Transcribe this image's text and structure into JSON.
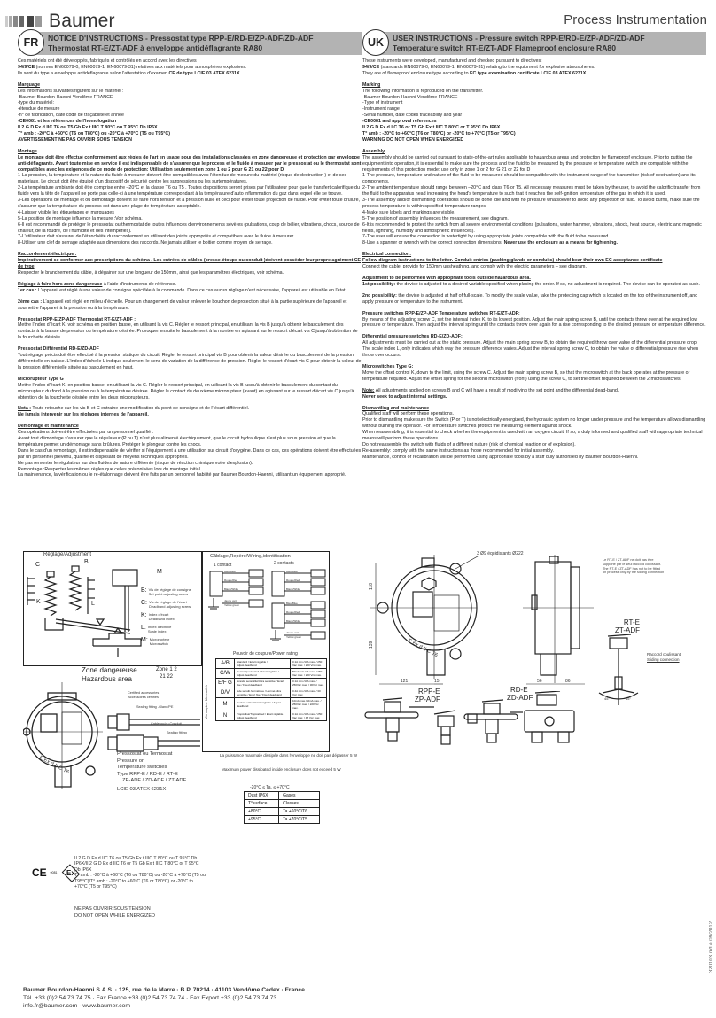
{
  "header": {
    "brand": "Baumer",
    "division": "Process Instrumentation"
  },
  "fr": {
    "badge": "FR",
    "title_line1": "NOTICE D'INSTRUCTIONS - Pressostat type RPP-E/RD-E/ZP-ADF/ZD-ADF",
    "title_line2": "Thermostat RT-E/ZT-ADF à enveloppe antidéflagrante RA80",
    "intro1": "Ces matériels ont été développés, fabriqués et contrôlés en accord avec les directives",
    "intro2_b": "94/9/CE",
    "intro2": " (normes EN60079-0, EN60079-1, EN60079-31) relatives aux matériels pour atmosphères explosives.",
    "intro3": "Ils sont du type a enveloppe antidéflagrante selon l'attestation d'examen ",
    "intro3_b": "CE de type LCIE 03 ATEX 6231X",
    "marquage_title": "Marquage",
    "marquage_lines": [
      "Les informations suivantes figurent  sur le  matériel :",
      "-Baumer Bourdon-Haenni Vendôme FRANCE",
      "-type du matériel:",
      "-étendue de mesure",
      "-n° de fabrication, date code de traçabilité et année"
    ],
    "marquage_bold": [
      "-CE0081 et les références de l'homologation",
      "II 2 G D Ex d  IIC T6 ou T5 Gb Ex t IIIC T 80°C ou T 95°C Db IP6X",
      "T° amb : -20°C à +60°C (T6 ou T80°C) ou -20°C à +70°C (T5 ou T95°C)",
      "AVERTISSEMENT NE PAS OUVRIR SOUS TENSION"
    ],
    "montage_title": "Montage",
    "montage_bold": "Le montage doit être effectué conformément aux règles de l'art en usage pour des installations classées en zone dangereuse et protection par enveloppe anti-déflagrante. Avant toute mise en service il est indispensable de s'assurer que le process et le fluide à mesurer par le pressostat ou le thermostat sont compatibles avec les exigences de ce mode de protection: Utilisation seulement en zone 1 ou 2 pour G  21 ou 22 pour D",
    "montage_items": [
      "1-La pression, la température et la nature du fluide à mesurer doivent être compatibles avec l'étendue de mesure du   matériel (risque de destruction ) et de ses matériaux. Le circuit doit être équipé d'un dispositif de sécurité contre les surpressions ou les surtempératures.",
      "2-La température  ambiante doit être comprise entre –20°C et  la classe T6 ou T5 . Toutes dispositions seront prises par l'utilisateur pour que le transfert calorifique du fluide vers la tête de l'appareil ne porte pas celle-ci à une température correspondant à la température d'auto inflammation du gaz dans lequel elle se trouve.",
      "3-Les opérations de montage et ou démontage doivent se faire hors tension et à pression nulle  et ceci pour éviter toute projection de fluide. Pour éviter toute brûlure, s'assurer que la température du process est dans une plage de température acceptable.",
      "4-Laisser visible les étiquetages et marquages",
      "5-La position de montage influence la mesure :Voir schéma.",
      "6-Il est  recommandé de protéger le pressostat ou thermostat de toutes influences d'environnements sévères (pulsations, coup de bélier, vibrations, chocs, source de chaleur, de la foudre, de l'humidité et des intempéries).",
      "7-L'utilisateur doit s'assurer de l'étanchéité du raccordement en utilisant des joints appropriés et compatibles avec le fluide à mesurer.",
      "8-Utiliser une clef de serrage adaptée aux dimensions des raccords. Ne jamais utiliser le boitier comme moyen de serrage."
    ],
    "elec_title": "Raccordement électrique :",
    "elec_bold": "Impérativement se conformer  aux prescriptions  du schéma . Les entrées de câbles (presse-étoupe ou conduit )doivent posséder leur propre agrément CE de type",
    "elec_text": "Respecter le branchement du câble, à dégainer sur une longueur de 150mm, ainsi que les paramètres électriques, voir schéma.",
    "reglage_title": "Réglage à faire hors zone dangereuse",
    "reglage_text": " à l'aide d'instruments de référence.",
    "cas1_b": "1er cas  :",
    "cas1": " L'appareil est réglé à une valeur de consigne spécifiée à la commande. Dans ce cas aucun réglage n'est nécessaire, l'appareil est utilisable en l'état.",
    "cas2_b": "2ème cas :",
    "cas2": " L'appareil est réglé en milieu d'échelle. Pour un changement de valeur enlever le bouchon de protection situé à la partie supérieure de l'appareil et soumettre l'appareil à la pression ou à la température:",
    "press_title": "Pressostat RPP-E/ZP-ADF Thermostat RT-E/ZT-ADF :",
    "press_text": "Mettre l'index d'écart K, voir schéma en position basse, en utilisant la vis C. Régler le ressort principal, en utilisant la vis B jusqu'à obtenir le basculement  des contacts  à la baisse de pression ou température désirée. Provoquer ensuite le basculement à la montée en agissant sur le ressort d'écart vis C jusqu'à obtention de la fourchette désirée.",
    "diff_title": "Pressostat Différentiel RD-E/ZD-ADF",
    "diff_text": "Tout réglage précis doit être effectué à la pression statique du circuit. Régler le ressort principal vis B pour obtenir la valeur désirée du basculement de la pression différentielle en baisse. L'index d'échelle L indique seulement le sens de variation de la différence de pression. Régler le ressort d'écart vis C pour obtenir la valeur de la pression différentielle située au basculement en haut.",
    "micro_title": "Microrupteur Type G",
    "micro_text": "Mettre l'index d'écart K, en position basse, en utilisant la vis C. Régler le ressort principal, en utilisant la vis B jusqu'à obtenir le basculement  du contact du microrupteur du fond à la pression ou à la température désirée. Régler le contact du deuxième microrupteur (avant) en agissant sur le ressort d'écart vis C jusqu'à obtention de la fourchette désirée entre les deux microrupteurs.",
    "nota_b": "Nota :",
    "nota": " Toute retouche sur les vis B et C entraine  une modification  du  point de consigne et de l' écart différentiel.",
    "nota2": "Ne jamais intervenir sur les réglages internes de l'appareil.",
    "dem_title": "Démontage et maintenance",
    "dem_lines": [
      "Ces opérations doivent être effectuées  par un personnel qualifié .",
      "Avant tout démontage s'assurer que le  régulateur (P ou T) n'est plus alimenté électriquement, que le circuit hydraulique n'est plus sous pression et que la température permet un démontage sans brûlures. Protéger le plongeur contre les chocs.",
      "Dans le cas d'un remontage,  il est indispensable de vérifier si l'équipement à une utilisation sur circuit d'oxygène. Dans ce cas, ces opérations doivent être effectuées  par un personnel prévenu, qualifié et disposant de moyens techniques appropriés.",
      "Ne pas remonter le régulateur sur des fluides de nature différente (risque de réaction chimique voire d'explosion).",
      "Remontage :Respecter les mêmes règles que celles préconisées lors du montage initial.",
      "La maintenance, la vérification ou le re-étalonnage doivent être faits par un personnel habilité par Baumer Bourdon-Haenni, utilisant un équipement approprié."
    ]
  },
  "uk": {
    "badge": "UK",
    "title_line1": "USER INSTRUCTIONS - Pressure switch RPP-E/RD-E/ZP-ADF/ZD-ADF",
    "title_line2": "Temperature switch RT-E/ZT-ADF Flameproof enclosure RA80",
    "intro1": "These instruments were developed, manufactured and checked pursuant to directives:",
    "intro2_b": "94/9/CE",
    "intro2": " (standards EN60079-0, EN60079-1, EN60079-31) relating to the equipment for explosive atmospheres.",
    "intro3": "They are of flameproof enclosure type according to ",
    "intro3_b": "EC type examination certificate LCIE 03 ATEX 6231X",
    "marking_title": "Marking",
    "marking_lines": [
      "The following information is reproduced on the transmitter.",
      "-Baumer Bourdon-Haenni Vendôme FRANCE",
      "-Type of instrument",
      "-Instrument range",
      "-Serial number, date codes traceability and year"
    ],
    "marking_bold": [
      "-CE0081 and approval references",
      "II 2 G D Ex d  IIC T6 or T5 Gb Ex t IIIC T 80°C or T 95°C Db IP6X",
      "T° amb : -20°C to +60°C (T6 or T80°C) or -20°C to +70°C (T5 or T95°C)",
      "WARNING DO NOT OPEN WHEN ENERGIZED"
    ],
    "assembly_title": "Assembly",
    "assembly_intro": "The assembly should be carried out pursuant to state-of-the-art rules applicable to hazardous areas and protection by flameproof enclosure. Prior to putting the equipment into operation, it is essential to make sure the process and the fluid to be measured by the pressure or temperature switch are compatible with the requirements of this protection mode: use only in zone 1 or 2 for G 21 or 22 for D",
    "assembly_items": [
      "1-The pressure, temperature and nature of the fluid to be measured should be compatible with the instrument range of the transmitter (risk of destruction) and its components.",
      "2-The ambient temperature should range between –20°C and class T6 or T5. All necessary measures must be taken by the user, to avoid the calorific transfer from the fluid to the apparatus head increasing the head's temperature to such that it reaches  the self-ignition temperature of the gas in which it is used.",
      "3-The assembly and/or dismantling operations should be done idle and with no pressure whatsoever to avoid any projection of fluid.  To avoid burns, make sure the process temperature is within specified temperature ranges.",
      "4-Make sure labels and markings are visible.",
      "5-The position of assembly influences the measurement, see diagram.",
      "6-It is recommended to protect the switch from all severe environmental conditions (pulsations, water hammer, vibrations, shock, heat source, electric and magnetic fields, lightning, humidity and atmospheric influences).",
      "7-The user will ensure the connection is watertight by using appropriate joints compatible with the fluid to be measured."
    ],
    "assembly_item8": "8-Use a spanner or wrench with the correct connection dimensions. ",
    "assembly_item8_b": "Never use the enclosure as a means for tightening.",
    "elec_title": "Electrical connection:",
    "elec_bold": "Follow diagram instructions to the letter.  Conduit entries (packing glands or conduits) should bear their own EC acceptance certificate",
    "elec_text": "Connect the cable, provide for 150mm unsheathing, and comply with the electric parameters – see diagram.",
    "adj_title": "Adjustment to be performed with appropriate tools outside hazardous area.",
    "poss1_b": "1st possibility:",
    "poss1": " the device is adjusted to a desired variable specified when placing the order. If so, no adjustment is required. The device can be operated as such.",
    "poss2_b": "2nd possibility:",
    "poss2": " the device is adjusted at half of full-scale. To modify the scale value, take the protecting cap which is located on the top of the instrument off, and apply pressure or temperature to the instrument.",
    "press_title": "Pressure switches RPP-E/ZP-ADF Temperature switches RT-E/ZT-ADF:",
    "press_text": "By means of the adjusting screw C, set the internal index K, to its lowest position. Adjust the main spring screw B, until the contacts throw over at the required low pressure or temperature. Then adjust the interval spring until the contacts throw over again for a rise corresponding to the desired pressure or temperature difference.",
    "diff_title": "Differential pressure switches RD-E/ZD-ADF:",
    "diff_text": "All adjustments must be carried out at the static pressure. Adjust the main spring screw B, to obtain the required throw over value of  the differential pressure drop. The scale index L, only indicates which way the pressure difference varies. Adjust the interval spring screw C, to obtain the value of differential pressure rise when throw over occurs.",
    "micro_title": "Microswitches Type G:",
    "micro_text": "Move the offset control K, down to the limit, using the screw C. Adjust the main spring screw B, so that the microswitch at the back operates at the  pressure or temperature required. Adjust the offset spring for the second microswitch (front) using the screw C, to set the offset required between the 2 microswitches.",
    "note_b": "Note:",
    "note": " All adjustments applied on screws B and C will have a result of modifying the set point and the differential dead-band.",
    "note2": "Never seek to adjust internal settings.",
    "dis_title": "Dismantling and maintenance",
    "dis_lines": [
      "Qualified staff will perform these operations.",
      "Prior to dismantling make sure the Switch (P or T) is not electrically energized, the hydraulic system no longer under pressure and the temperature allows dismantling without burning the operator.  For temperature switches protect the measuring element against shock.",
      "When reassembling, it is essential to check whether the equipment is used with an oxygen circuit. If so, a duly informed and qualified staff with appropriate technical means will perform these operations.",
      "Do not reassemble the switch with fluids of a different nature (risk of chemical reaction or of explosion).",
      "Re-assembly: comply with the same instructions as those recommended for initial assembly.",
      "Maintenance, control or recalibration will be performed using appropriate tools by a staff duly authorised by Baumer Bourdon-Haenni."
    ]
  },
  "adjust_diagram": {
    "title": "Réglage/Adjustment",
    "labels": [
      "C",
      "B",
      "K",
      "L",
      "M"
    ],
    "legend": [
      {
        "k": "B:",
        "fr": "Vis de réglage de consigne",
        "en": "Set point adjusting screw"
      },
      {
        "k": "C:",
        "fr": "Vis de réglage de l'écart",
        "en": "Deadband adjusting screw"
      },
      {
        "k": "K:",
        "fr": "Index d'écart",
        "en": "Deadband index"
      },
      {
        "k": "L:",
        "fr": "Index d'échelle",
        "en": "Scale index"
      },
      {
        "k": "M:",
        "fr": "Microrupteur",
        "en": "Microswitch"
      }
    ]
  },
  "hazard": {
    "title_fr": "Zone dangereuse",
    "title_en": "Hazardous area",
    "zone1": "Zone 1  2",
    "zone2": "21 22",
    "accessories_en": "Certified accessories",
    "accessories_fr": "Accessoires certifiés",
    "sealing_gland": "Sealing fitting -Gland/PE",
    "cable": "Cable ou/ou Conduit",
    "sealing": "Sealing fitting",
    "enclosure_mark": "E Ex d II C T6",
    "product1": "Pressostat ou Termostat",
    "product2": "Pressure or",
    "product3": "Temperature switches",
    "product4": "Type RPP-E / RD-E / RT-E",
    "product5": "ZP-ADF / ZD-ADF / ZT-ADF",
    "cert": "LCIE 03 ATEX 6231X",
    "ce": "CE",
    "ce_num": "0081",
    "ex": "Ex",
    "marking": "II 2 G D Ex d  IIC T6 ou T5 Gb Ex t IIIC T 80°C ou T 95°C Db IP6X/II 2 G D Ex d  IIC T6 or T5 Gb Ex t IIIC T 80°C or T 95°C Db IP6X",
    "amb": "T° amb : -20°C à +60°C (T6 ou T80°C) ou -20°C à +70°C (T5 ou T95°C)/T° amb : -20°C to +60°C (T6 or T80°C) or -20°C to +70°C (T5 or T95°C)",
    "warn_fr": "NE PAS OUVRIR SOUS TENSION",
    "warn_en": "DO NOT OPEN WHILE ENERGIZED"
  },
  "wiring": {
    "title": "Câblage,Repère/Wiring,identification",
    "contact1": "1 contact",
    "contact2": "2  contacts",
    "terminals": [
      "NF/NC",
      "COM",
      "NO"
    ],
    "wires": [
      "Bleu/Blue",
      "Rouge/Red",
      "Blanc/White",
      "Jaune vert / Yellow green"
    ],
    "power_title": "Pouvoir de coupure/Power rating",
    "side_label": "Microrupteur Microswitch",
    "rows": [
      {
        "code": "A/B",
        "desc": "Standard / Ecart réglable / Adjust.deadband",
        "rating": "0.1A min./10A max. / 250 Vac max. / 220 Vcc max."
      },
      {
        "code": "C/W",
        "desc": "Hermétique/sealed / Ecart réglable / Adjust.deadband",
        "rating": "50mA min./4A max. / 250 Vac max. / 220 Vcc max."
      },
      {
        "code": "E/F G",
        "desc": "Grande sensibilité/Ultra sensitive / Ecart fixe / Fixed deadband",
        "rating": "0.1A min./10A max. / 250Vac max. / 30Vcc max."
      },
      {
        "code": "D/V",
        "desc": "Gde sensib.hermétique / Hermet.ultra sensitive / Ecart fixe / Fixed deadband",
        "rating": "0.4A min./10A max. / 30 Vcc max."
      },
      {
        "code": "M",
        "desc": "Contact or/au / Ecart réglable / Adjust deadband",
        "rating": "10mA max./50mA max. / 250Vac max. / 220Vcc max."
      },
      {
        "code": "N",
        "desc": "Tropicalisé/Tropicalized / Ecart réglable / Adjust deadband",
        "rating": "0.1A min./10A max. / 250 Vac max. / 48 Vcc max."
      }
    ],
    "note_fr": "La puissance maximale dissipée dans l'enveloppe ne doit pas dépasser 5 W",
    "note_en": "Maximum power dissipated inside enclosure does not exceed 5 W"
  },
  "temp_table": {
    "caption": "-20°C ≤ Ta. ≤ +70°C",
    "rows": [
      [
        "Dust IP6X",
        "Gases"
      ],
      [
        "T°surface",
        "Classes"
      ],
      [
        "+80°C",
        "Ta.+60°C/T6"
      ],
      [
        "+95°C",
        "Ta.+70°C/T5"
      ]
    ]
  },
  "dimensions": {
    "holes": "3 Ø9 équidistants Ø222",
    "dims": [
      "118",
      "139",
      "121",
      "15",
      "56",
      "86"
    ],
    "note_fr": "Le RT-E / ZT-ADF ne doit pas être supporté par le seul raccord coulissant.",
    "note_en": "The RT-E / ZT-ADF has not to be fitted on process only by the sliding connection",
    "rte": "RT-E",
    "ztadf": "ZT-ADF",
    "sliding_fr": "Raccord coulissant",
    "sliding_en": "Sliding connection",
    "angle": "45°",
    "rppe": "RPP-E",
    "zpadf": "ZP-ADF",
    "rde": "RD-E",
    "zdadf": "ZD-ADF",
    "enclosure_mark": "E Ex d II C T6"
  },
  "footer": {
    "line1": "Baumer Bourdon-Haenni S.A.S. · 125, rue de la Marre · B.P. 70214 · 41103 Vendôme Cedex · France",
    "line2": "Tél. +33 (0)2 54 73 74 75 · Fax France +33 (0)2 54 73 74 74 · Fax Export +33 (0)2 54 73 74 73",
    "line3": "info.fr@baumer.com · www.baumer.com",
    "ref": "320103 ind e 09/2012"
  }
}
